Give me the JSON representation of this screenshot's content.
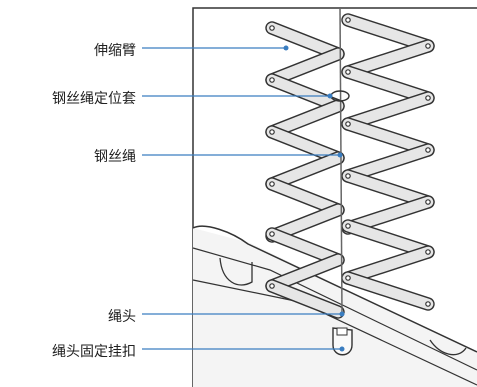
{
  "callouts": [
    {
      "id": "telescopic-arm",
      "text": "伸缩臂"
    },
    {
      "id": "wire-rope-sleeve",
      "text": "钢丝绳定位套"
    },
    {
      "id": "wire-rope",
      "text": "钢丝绳"
    },
    {
      "id": "rope-head",
      "text": "绳头"
    },
    {
      "id": "rope-head-hook",
      "text": "绳头固定挂扣"
    }
  ],
  "colors": {
    "leader_line": "#3a7dc0",
    "leader_dot": "#3a7dc0",
    "outline": "#333333",
    "arm_fill": "#e6e6e6",
    "wire": "#666666"
  }
}
